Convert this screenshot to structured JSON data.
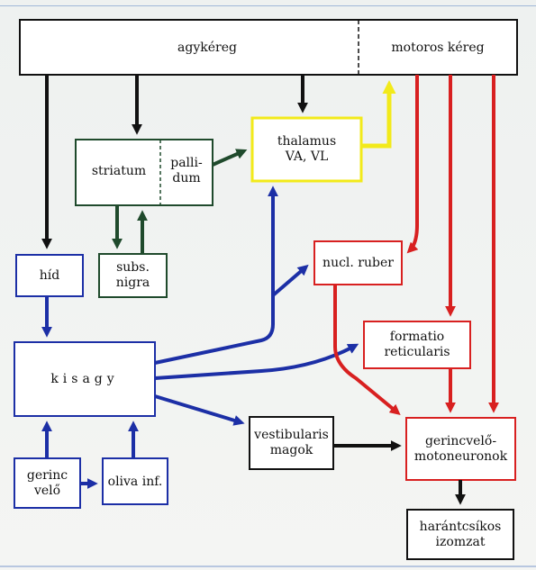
{
  "nodes": {
    "agykereg": "agykéreg",
    "motoros_kereg": "motoros kéreg",
    "striatum": "striatum",
    "pallidum": "palli-\ndum",
    "thalamus": "thalamus\nVA, VL",
    "hid": "híd",
    "subs_nigra": "subs.\nnigra",
    "nucl_ruber": "nucl. ruber",
    "formatio_reticularis": "formatio\nreticularis",
    "kisagy": "kisagy",
    "vestibularis_magok": "vestibularis\nmagok",
    "gerincvelo_motoneuronok": "gerincvelő-\nmotoneuronok",
    "gerinc_velo": "gerinc\nvelő",
    "oliva_inf": "oliva inf.",
    "harantcsikos_izomzat": "harántcsíkos\nizomzat"
  },
  "colors": {
    "black": "#111111",
    "green": "#1f4a2c",
    "yellow": "#f2ea1a",
    "blue": "#1c2fa6",
    "red": "#d82020",
    "box_fill": "#ffffff",
    "background": "#f2f4f3"
  }
}
